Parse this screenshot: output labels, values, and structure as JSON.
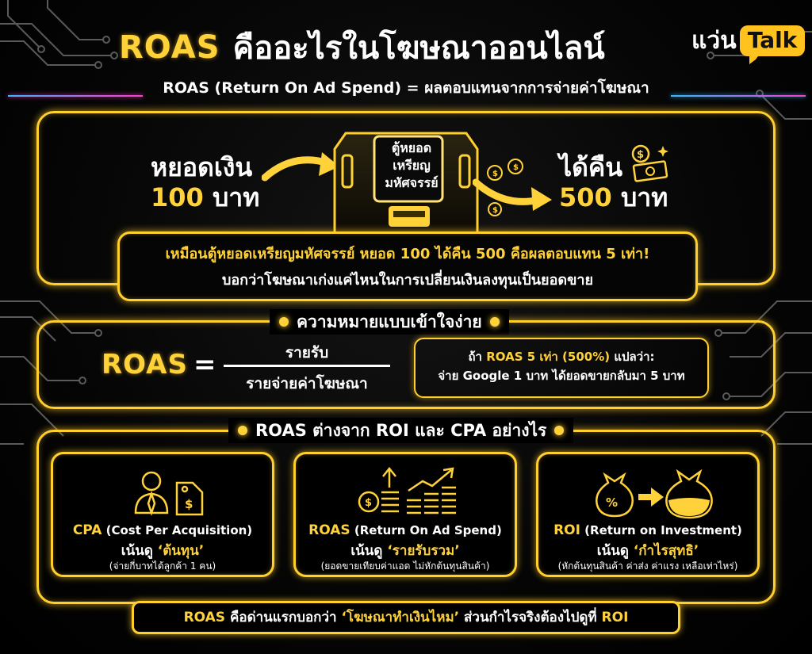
{
  "header": {
    "title_highlight": "ROAS",
    "title_rest": "คืออะไรในโฆษณาออนไลน์",
    "subtitle": "ROAS (Return On Ad Spend) = ผลตอบแทนจากการจ่ายค่าโฆษณา",
    "brand_thai": "แว่น",
    "brand_en": "Talk"
  },
  "machine_section": {
    "left_line1": "หยอดเงิน",
    "left_amount": "100",
    "left_unit": "บาท",
    "machine_label": "ตู้หยอดเหรียญมหัศจรรย์",
    "right_line1": "ได้คืน",
    "right_amount": "500",
    "right_unit": "บาท",
    "callout_line1": "เหมือนตู้หยอดเหรียญมหัศจรรย์ หยอด 100 ได้คืน 500 คือผลตอบแทน 5 เท่า!",
    "callout_line2": "บอกว่าโฆษณาเก่งแค่ไหนในการเปลี่ยนเงินลงทุนเป็นยอดขาย"
  },
  "formula_section": {
    "heading": "ความหมายแบบเข้าใจง่าย",
    "lhs": "ROAS",
    "equals": "=",
    "numerator": "รายรับ",
    "denominator": "รายจ่ายค่าโฆษณา",
    "note_prefix": "ถ้า ",
    "note_highlight": "ROAS 5 เท่า (500%)",
    "note_suffix": " แปลว่า:",
    "note_line2": "จ่าย Google 1 บาท ได้ยอดขายกลับมา 5 บาท"
  },
  "compare_section": {
    "heading": "ROAS ต่างจาก ROI และ CPA อย่างไร",
    "cards": [
      {
        "icon": "businessman-price-tag-icon",
        "abbr": "CPA",
        "full": " (Cost Per Acquisition)",
        "focus_prefix": "เน้นดู ",
        "focus_term": "‘ต้นทุน’",
        "detail": "(จ่ายกี่บาทได้ลูกค้า 1 คน)"
      },
      {
        "icon": "coins-growth-chart-icon",
        "abbr": "ROAS",
        "full": " (Return On Ad Spend)",
        "focus_prefix": "เน้นดู ",
        "focus_term": "‘รายรับรวม’",
        "detail": "(ยอดขายเทียบค่าแอด ไม่หักต้นทุนสินค้า)"
      },
      {
        "icon": "money-bag-arrow-icon",
        "abbr": "ROI",
        "full": " (Return on Investment)",
        "focus_prefix": "เน้นดู ",
        "focus_term": "‘กำไรสุทธิ’",
        "detail": "(หักต้นทุนสินค้า ค่าส่ง ค่าแรง เหลือเท่าไหร่)"
      }
    ],
    "bottom_roas": "ROAS",
    "bottom_mid": " คือด่านแรกบอกว่า ",
    "bottom_quote": "‘โฆษณาทำเงินไหม’",
    "bottom_tail": " ส่วนกำไรจริงต้องไปดูที่ ",
    "bottom_roi": "ROI"
  },
  "colors": {
    "accent": "#ffd23a",
    "neon_border": "#ffcf2e",
    "background": "#000000",
    "pink_line": "#ff3cc8",
    "blue_line": "#38b6ff"
  }
}
